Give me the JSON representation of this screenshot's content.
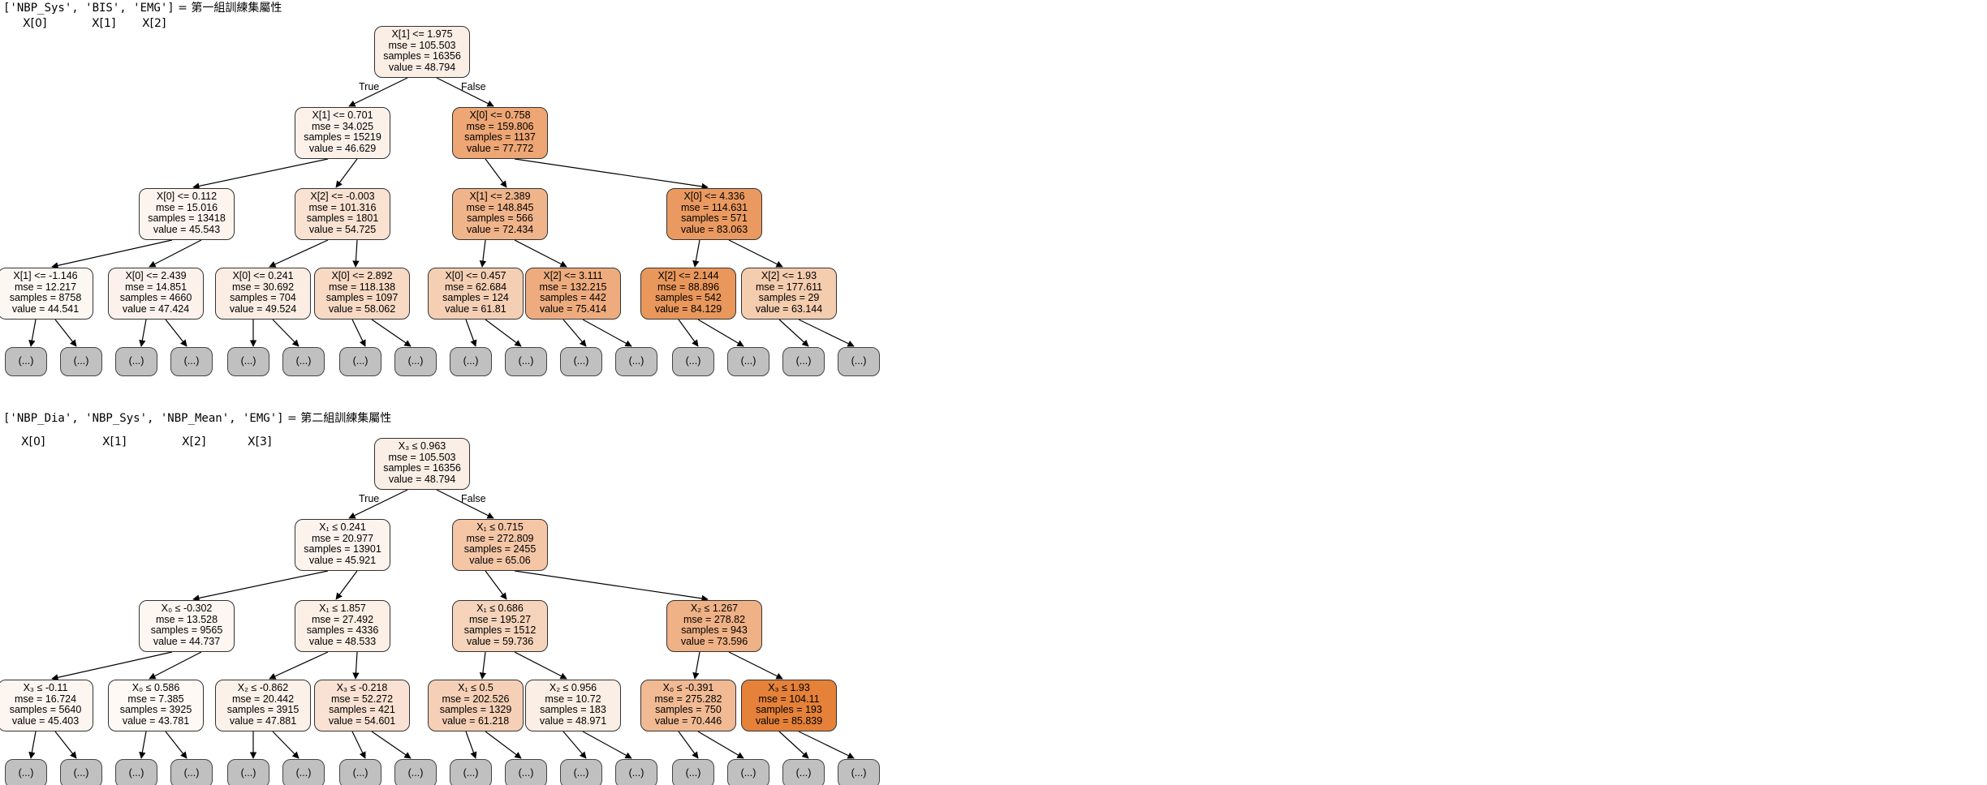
{
  "tree1": {
    "caption_code": "['NBP_Sys', 'BIS', 'EMG']",
    "caption_desc": " = 第一組訓練集屬性",
    "index_labels": [
      "X[0]",
      "X[1]",
      "X[2]"
    ],
    "true_label": "True",
    "false_label": "False",
    "leaf_text": "(...)",
    "nodes": [
      {
        "id": "n0",
        "split": "X[1] <= 1.975",
        "mse": "mse = 105.503",
        "samples": "samples = 16356",
        "value": "value = 48.794",
        "fill": "#fbeee5"
      },
      {
        "id": "n1",
        "split": "X[1] <= 0.701",
        "mse": "mse = 34.025",
        "samples": "samples = 15219",
        "value": "value = 46.629",
        "fill": "#fcf1e9"
      },
      {
        "id": "n2",
        "split": "X[0] <= 0.758",
        "mse": "mse = 159.806",
        "samples": "samples = 1137",
        "value": "value = 77.772",
        "fill": "#eda674"
      },
      {
        "id": "n3",
        "split": "X[0] <= 0.112",
        "mse": "mse = 15.016",
        "samples": "samples = 13418",
        "value": "value = 45.543",
        "fill": "#fdf4ee"
      },
      {
        "id": "n4",
        "split": "X[2] <= -0.003",
        "mse": "mse = 101.316",
        "samples": "samples = 1801",
        "value": "value = 54.725",
        "fill": "#f9e2d2"
      },
      {
        "id": "n5",
        "split": "X[1] <= 2.389",
        "mse": "mse = 148.845",
        "samples": "samples = 566",
        "value": "value = 72.434",
        "fill": "#f0b48a"
      },
      {
        "id": "n6",
        "split": "X[0] <= 4.336",
        "mse": "mse = 114.631",
        "samples": "samples = 571",
        "value": "value = 83.063",
        "fill": "#ea9a60"
      },
      {
        "id": "n7",
        "split": "X[1] <= -1.146",
        "mse": "mse = 12.217",
        "samples": "samples = 8758",
        "value": "value = 44.541",
        "fill": "#fdf7f2"
      },
      {
        "id": "n8",
        "split": "X[0] <= 2.439",
        "mse": "mse = 14.851",
        "samples": "samples = 4660",
        "value": "value = 47.424",
        "fill": "#fcf2eb"
      },
      {
        "id": "n9",
        "split": "X[0] <= 0.241",
        "mse": "mse = 30.692",
        "samples": "samples = 704",
        "value": "value = 49.524",
        "fill": "#fbede3"
      },
      {
        "id": "n10",
        "split": "X[0] <= 2.892",
        "mse": "mse = 118.138",
        "samples": "samples = 1097",
        "value": "value = 58.062",
        "fill": "#f7d9c4"
      },
      {
        "id": "n11",
        "split": "X[0] <= 0.457",
        "mse": "mse = 62.684",
        "samples": "samples = 124",
        "value": "value = 61.81",
        "fill": "#f5cfb4"
      },
      {
        "id": "n12",
        "split": "X[2] <= 3.111",
        "mse": "mse = 132.215",
        "samples": "samples = 442",
        "value": "value = 75.414",
        "fill": "#eeac7e"
      },
      {
        "id": "n13",
        "split": "X[2] <= 2.144",
        "mse": "mse = 88.896",
        "samples": "samples = 542",
        "value": "value = 84.129",
        "fill": "#e9975b"
      },
      {
        "id": "n14",
        "split": "X[2] <= 1.93",
        "mse": "mse = 177.611",
        "samples": "samples = 29",
        "value": "value = 63.144",
        "fill": "#f4ccae"
      }
    ]
  },
  "tree2": {
    "caption_code": "['NBP_Dia', 'NBP_Sys', 'NBP_Mean', 'EMG']",
    "caption_desc": " = 第二組訓練集屬性",
    "index_labels": [
      "X[0]",
      "X[1]",
      "X[2]",
      "X[3]"
    ],
    "true_label": "True",
    "false_label": "False",
    "leaf_text": "(...)",
    "nodes": [
      {
        "id": "m0",
        "split": "X₃ ≤ 0.963",
        "mse": "mse = 105.503",
        "samples": "samples = 16356",
        "value": "value = 48.794",
        "fill": "#fbeee5"
      },
      {
        "id": "m1",
        "split": "X₁ ≤ 0.241",
        "mse": "mse = 20.977",
        "samples": "samples = 13901",
        "value": "value = 45.921",
        "fill": "#fcf3ed"
      },
      {
        "id": "m2",
        "split": "X₁ ≤ 0.715",
        "mse": "mse = 272.809",
        "samples": "samples = 2455",
        "value": "value = 65.06",
        "fill": "#f4c6a6"
      },
      {
        "id": "m3",
        "split": "X₀ ≤ -0.302",
        "mse": "mse = 13.528",
        "samples": "samples = 9565",
        "value": "value = 44.737",
        "fill": "#fdf6f1"
      },
      {
        "id": "m4",
        "split": "X₁ ≤ 1.857",
        "mse": "mse = 27.492",
        "samples": "samples = 4336",
        "value": "value = 48.533",
        "fill": "#fcefe6"
      },
      {
        "id": "m5",
        "split": "X₁ ≤ 0.686",
        "mse": "mse = 195.27",
        "samples": "samples = 1512",
        "value": "value = 59.736",
        "fill": "#f6d4bb"
      },
      {
        "id": "m6",
        "split": "X₂ ≤ 1.267",
        "mse": "mse = 278.82",
        "samples": "samples = 943",
        "value": "value = 73.596",
        "fill": "#efb186"
      },
      {
        "id": "m7",
        "split": "X₃ ≤ -0.11",
        "mse": "mse = 16.724",
        "samples": "samples = 5640",
        "value": "value = 45.403",
        "fill": "#fdf5ef"
      },
      {
        "id": "m8",
        "split": "X₀ ≤ 0.586",
        "mse": "mse = 7.385",
        "samples": "samples = 3925",
        "value": "value = 43.781",
        "fill": "#fef9f5"
      },
      {
        "id": "m9",
        "split": "X₂ ≤ -0.862",
        "mse": "mse = 20.442",
        "samples": "samples = 3915",
        "value": "value = 47.881",
        "fill": "#fcf1e9"
      },
      {
        "id": "m10",
        "split": "X₃ ≤ -0.218",
        "mse": "mse = 52.272",
        "samples": "samples = 421",
        "value": "value = 54.601",
        "fill": "#f9e2d3"
      },
      {
        "id": "m11",
        "split": "X₁ ≤ 0.5",
        "mse": "mse = 202.526",
        "samples": "samples = 1329",
        "value": "value = 61.218",
        "fill": "#f5d0b6"
      },
      {
        "id": "m12",
        "split": "X₂ ≤ 0.956",
        "mse": "mse = 10.72",
        "samples": "samples = 183",
        "value": "value = 48.971",
        "fill": "#fbeee4"
      },
      {
        "id": "m13",
        "split": "X₀ ≤ -0.391",
        "mse": "mse = 275.282",
        "samples": "samples = 750",
        "value": "value = 70.446",
        "fill": "#f1ba93"
      },
      {
        "id": "m14",
        "split": "X₃ ≤ 1.93",
        "mse": "mse = 104.11",
        "samples": "samples = 193",
        "value": "value = 85.839",
        "fill": "#e58139"
      }
    ]
  }
}
